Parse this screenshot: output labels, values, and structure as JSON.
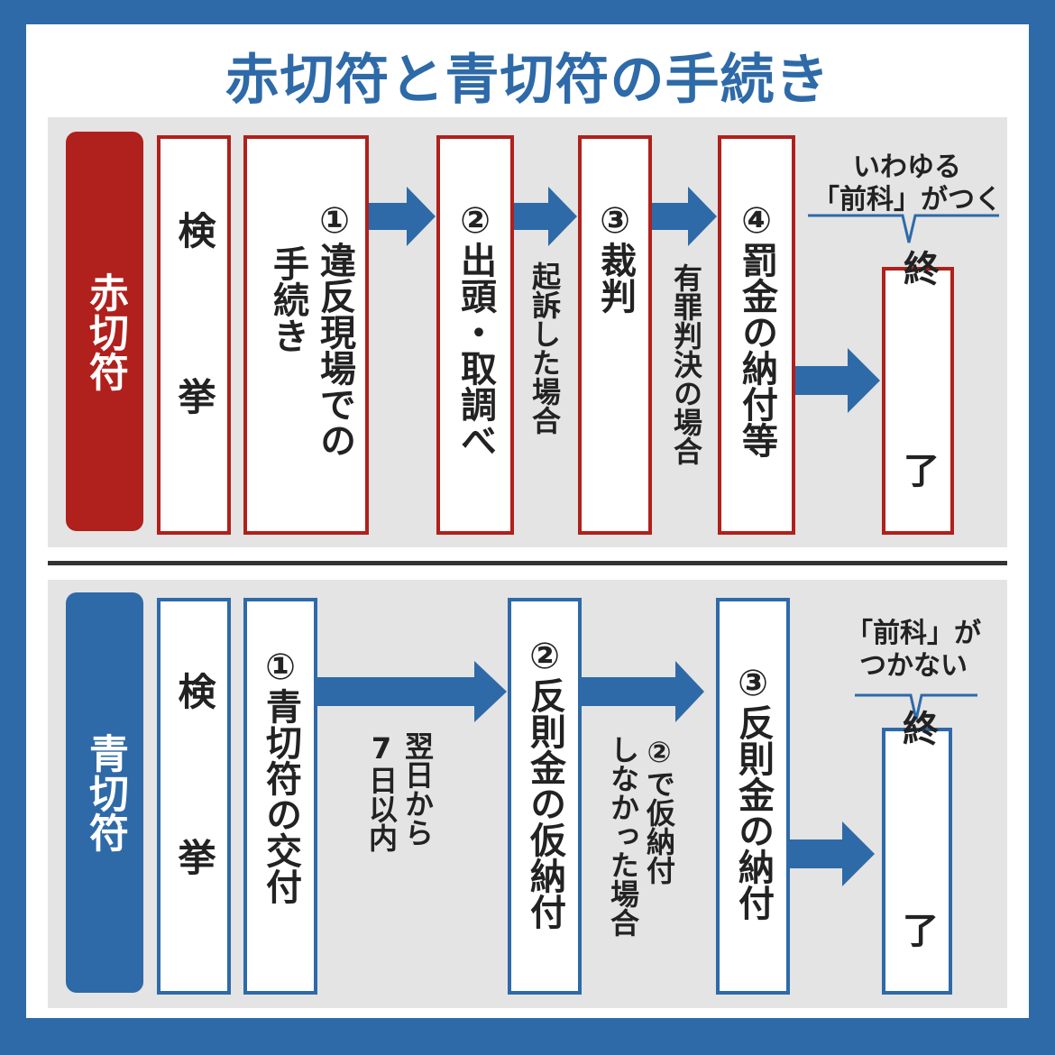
{
  "title": "赤切符と青切符の手続き",
  "colors": {
    "frame": "#2e6aa8",
    "red": "#b0201c",
    "blue": "#2e6aa8",
    "panel": "#e4e4e4",
    "text": "#222222"
  },
  "red_flow": {
    "label": "赤切符",
    "kenkyo": "検　挙",
    "steps": [
      {
        "num": "①",
        "lines": [
          "違反現場での",
          "手続き"
        ]
      },
      {
        "num": "②",
        "lines": [
          "出頭・取調べ"
        ]
      },
      {
        "num": "③",
        "lines": [
          "裁判"
        ]
      },
      {
        "num": "④",
        "lines": [
          "罰金の納付等"
        ]
      }
    ],
    "conditions": [
      "起訴した場合",
      "有罪判決の場合"
    ],
    "end": "終　了",
    "note": [
      "いわゆる",
      "「前科」がつく"
    ]
  },
  "blue_flow": {
    "label": "青切符",
    "kenkyo": "検　挙",
    "steps": [
      {
        "num": "①",
        "lines": [
          "青切符の交付"
        ]
      },
      {
        "num": "②",
        "lines": [
          "反則金の仮納付"
        ]
      },
      {
        "num": "③",
        "lines": [
          "反則金の納付"
        ]
      }
    ],
    "conditions": [
      [
        "翌日から",
        "7日以内"
      ],
      [
        "②で仮納付",
        "しなかった場合"
      ]
    ],
    "end": "終　了",
    "note": [
      "「前科」が",
      "つかない"
    ]
  }
}
